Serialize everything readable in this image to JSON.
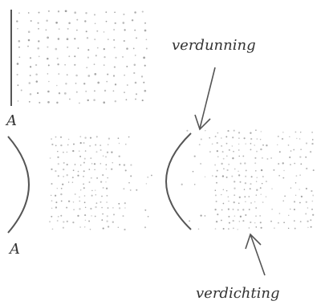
{
  "labels": {
    "top_panel_letter": "A",
    "middle_panel_letter": "A",
    "rarefaction": "verdunning",
    "compression": "verdichting"
  },
  "colors": {
    "ink": "#555555",
    "dot": "#8a8a8a",
    "text": "#333333",
    "background": "#ffffff"
  },
  "panels": [
    {
      "id": "flat-piston-field",
      "piston_shape": "straight-line"
    },
    {
      "id": "curved-piston-left",
      "piston_shape": "concave-arc"
    },
    {
      "id": "curved-piston-right",
      "piston_shape": "concave-arc"
    }
  ]
}
